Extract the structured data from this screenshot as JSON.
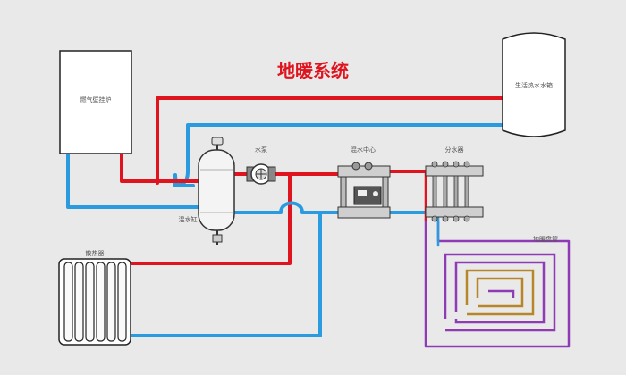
{
  "title": "地暖系统",
  "labels": {
    "boiler": "燃气壁挂炉",
    "tank": "生活热水水箱",
    "pump": "水泵",
    "mixing_center": "混水中心",
    "manifold": "分水器",
    "mixing_tank": "混水缸",
    "radiator": "散热器",
    "floor_coil": "地暖盘管"
  },
  "colors": {
    "hot_pipe": "#e0141e",
    "cold_pipe": "#2b9be0",
    "coil_outer": "#8e3bb5",
    "coil_inner": "#b8862a",
    "background": "#e9e9e9"
  }
}
